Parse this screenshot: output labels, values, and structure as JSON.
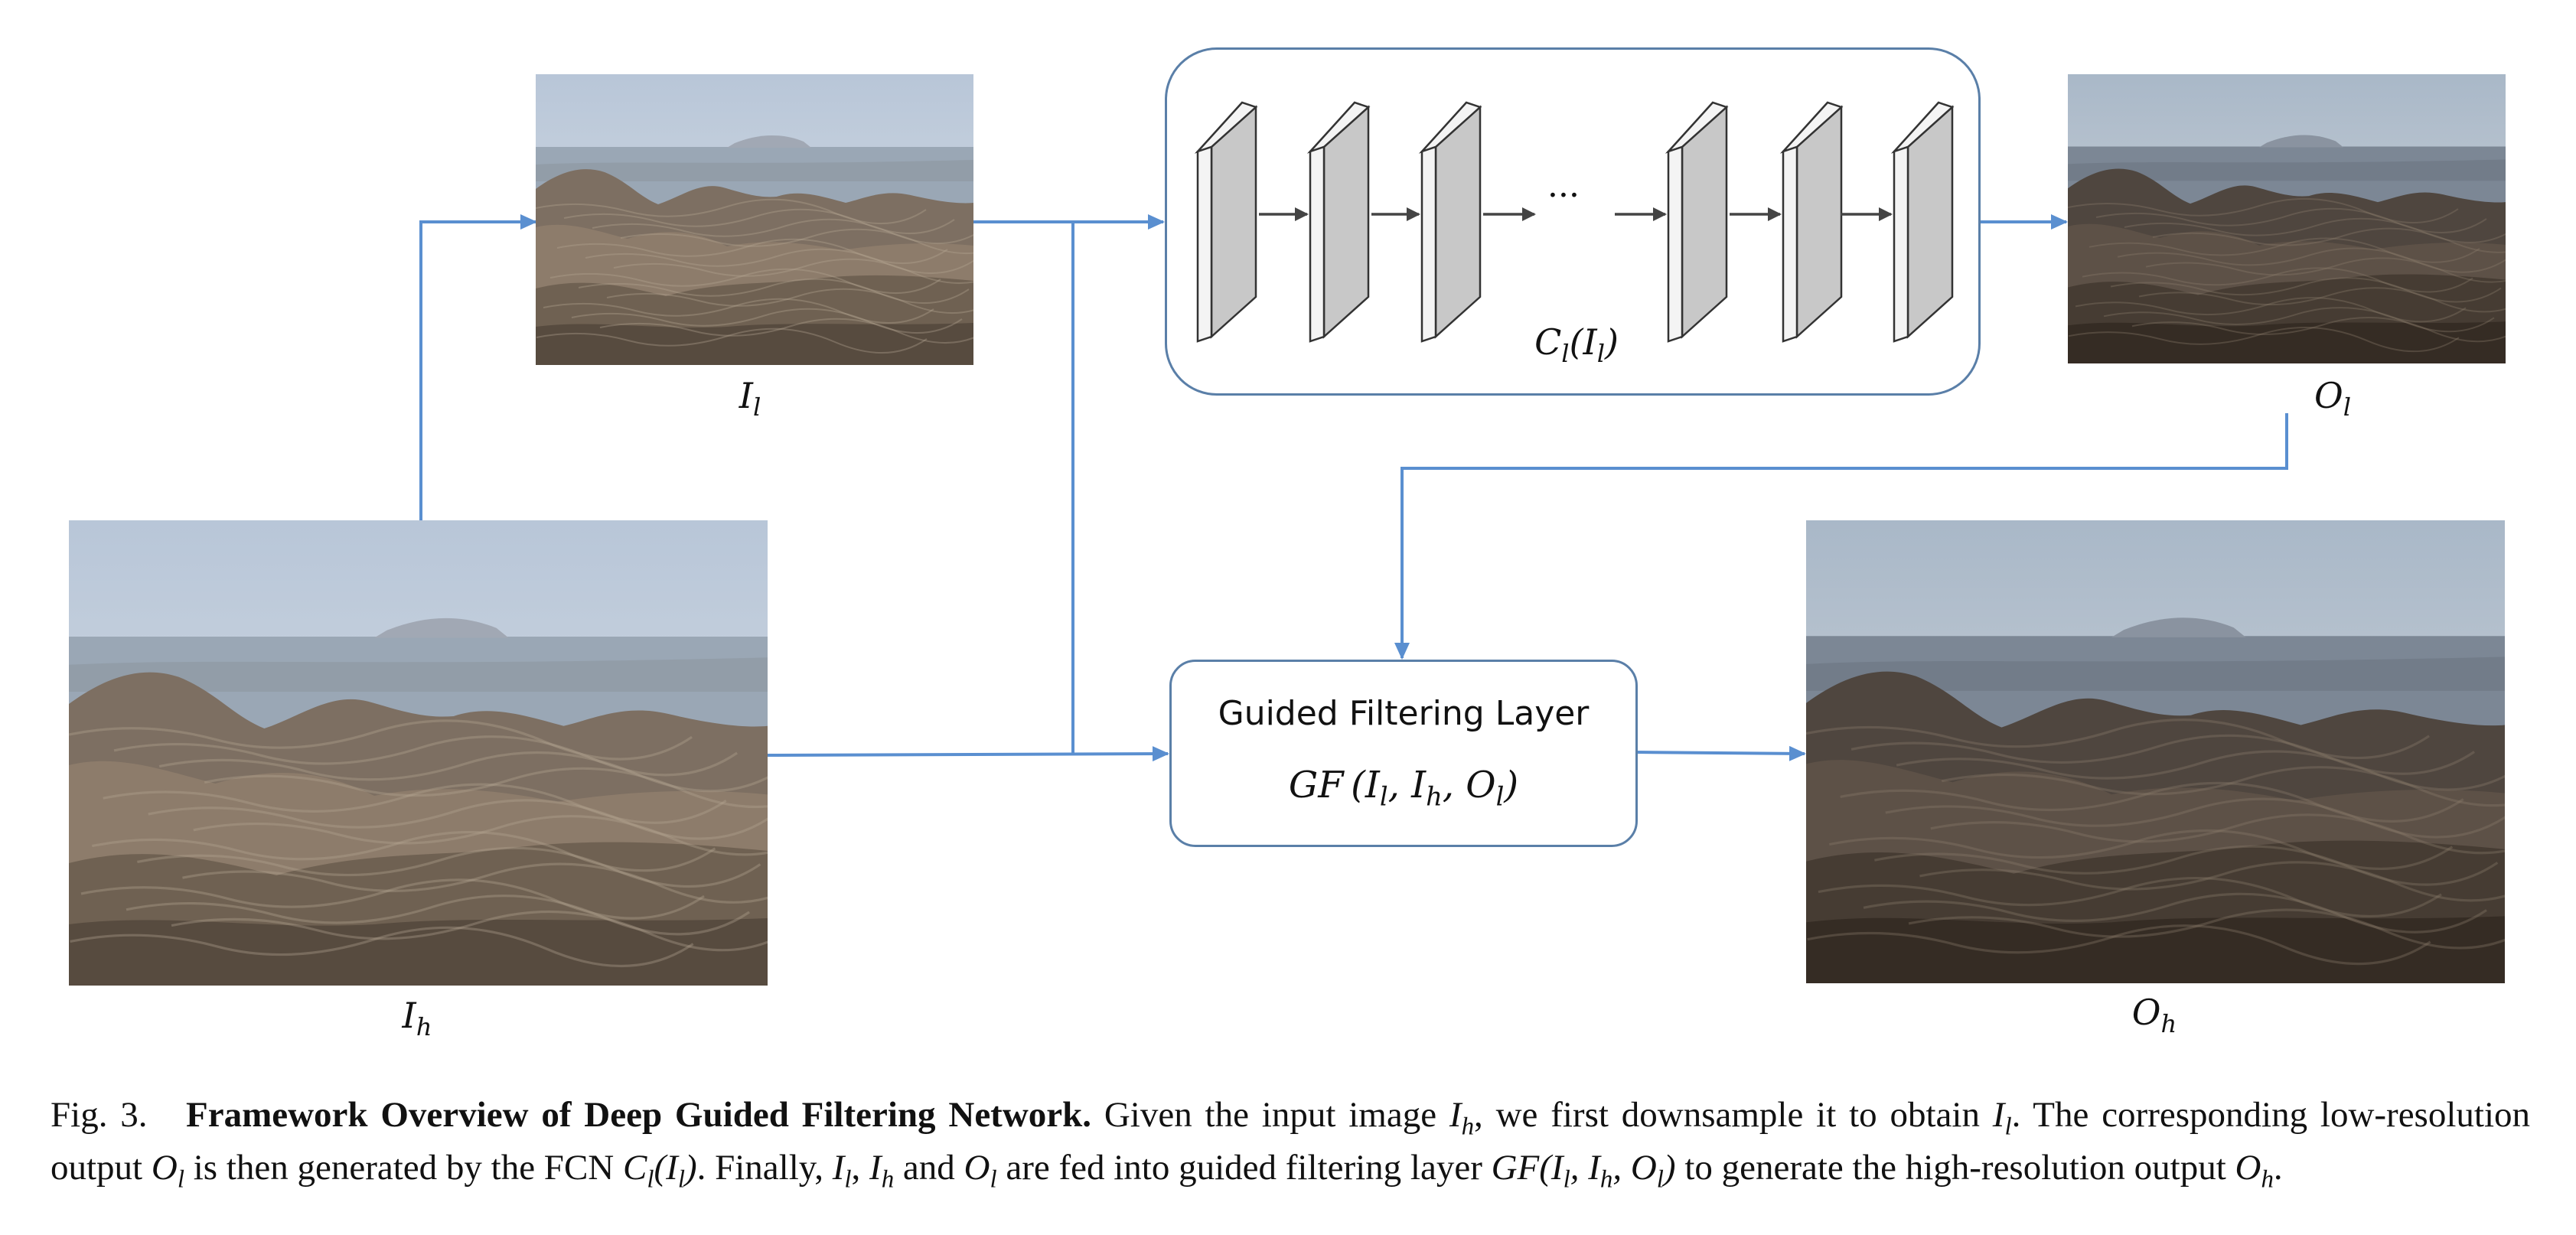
{
  "labels": {
    "I_l": {
      "base": "I",
      "sub": "l"
    },
    "I_h": {
      "base": "I",
      "sub": "h"
    },
    "O_l": {
      "base": "O",
      "sub": "l"
    },
    "O_h": {
      "base": "O",
      "sub": "h"
    },
    "cnn": {
      "base": "C",
      "sub": "l",
      "arg_base": "I",
      "arg_sub": "l"
    }
  },
  "cnn_ellipsis": "···",
  "guided_filtering": {
    "title": "Guided Filtering Layer",
    "formula_prefix": "GF",
    "formula_args": "(I_l, I_h, O_l)"
  },
  "caption": {
    "prefix": "Fig. 3.",
    "bold": "Framework Overview of Deep Guided Filtering Network.",
    "t1": "Given the input image",
    "t2": ", we first downsample it to obtain",
    "t3": ". The corresponding low-resolution output",
    "t4": "is then generated by the FCN",
    "t5": ". Finally,",
    "t6": "and",
    "t7": "are fed into guided filtering layer",
    "t8": "to generate the high-resolution output",
    "t9": "."
  },
  "colors": {
    "arrow": "#5a8fd0",
    "box_border": "#5a7fa8",
    "block_fill": "#c8c8c8"
  }
}
